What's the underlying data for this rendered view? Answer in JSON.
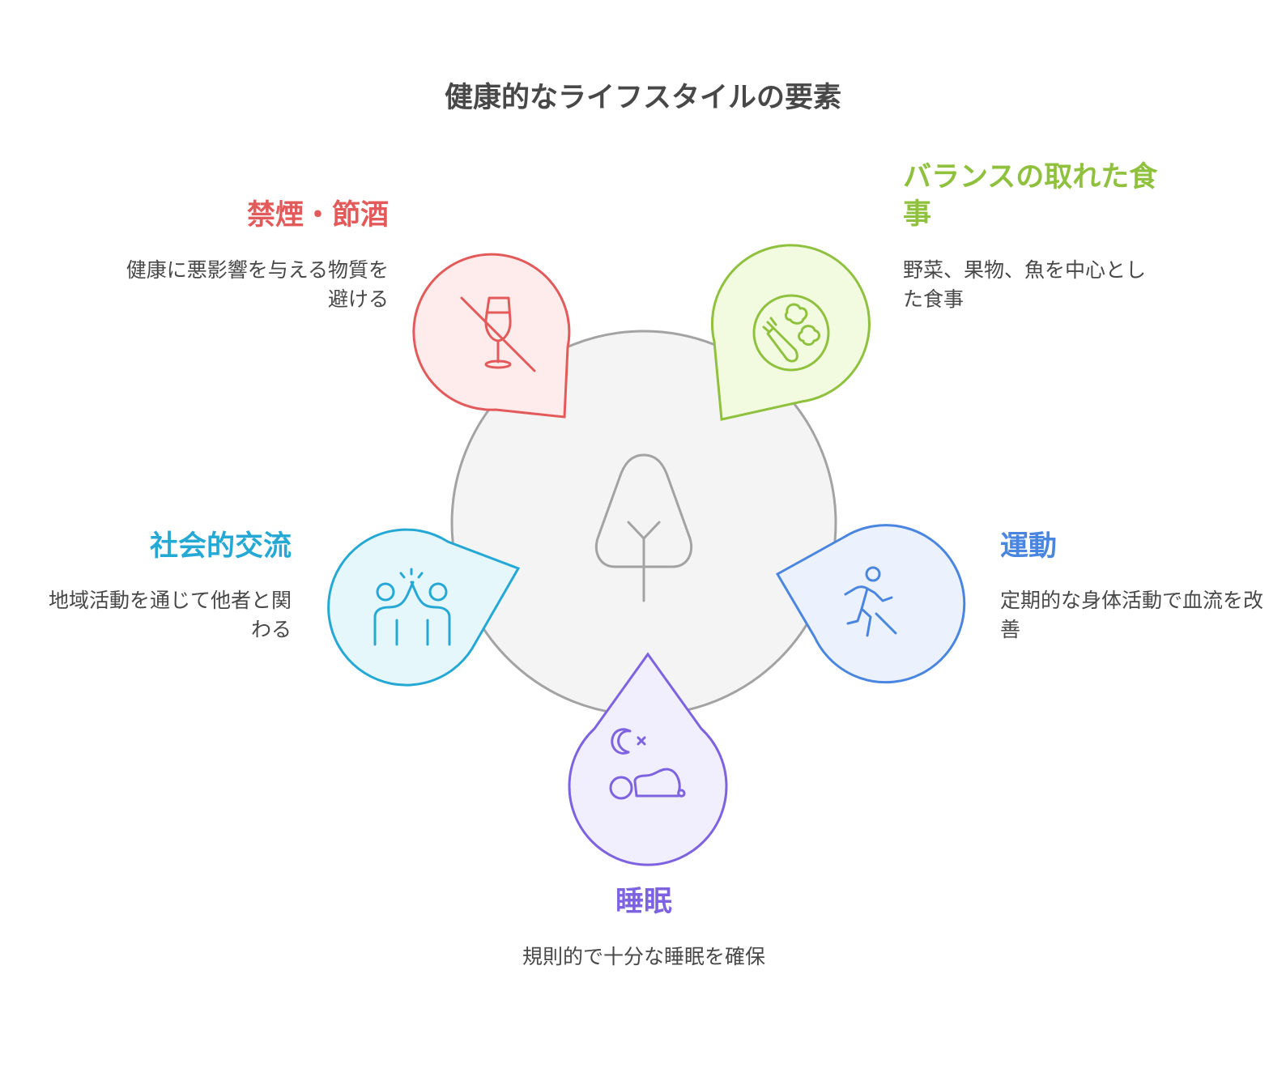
{
  "title": "健康的なライフスタイルの要素",
  "center_icon": "tree-icon",
  "items": [
    {
      "id": "abstain",
      "title": "禁煙・節酒",
      "description": "健康に悪影響を与える物質を避ける",
      "icon": "no-alcohol-icon",
      "color": "#e35a5a",
      "fill": "#feeced"
    },
    {
      "id": "diet",
      "title": "バランスの取れた食事",
      "description": "野菜、果物、魚を中心とした食事",
      "icon": "vegetables-icon",
      "color": "#8fc13e",
      "fill": "#f2fbe0"
    },
    {
      "id": "exercise",
      "title": "運動",
      "description": "定期的な身体活動で血流を改善",
      "icon": "running-icon",
      "color": "#4a86e0",
      "fill": "#ebf2fd"
    },
    {
      "id": "sleep",
      "title": "睡眠",
      "description": "規則的で十分な睡眠を確保",
      "icon": "sleep-icon",
      "color": "#7d63e0",
      "fill": "#f1effd"
    },
    {
      "id": "social",
      "title": "社会的交流",
      "description": "地域活動を通じて他者と関わる",
      "icon": "high-five-icon",
      "color": "#25a8d4",
      "fill": "#e6f7fc"
    }
  ]
}
